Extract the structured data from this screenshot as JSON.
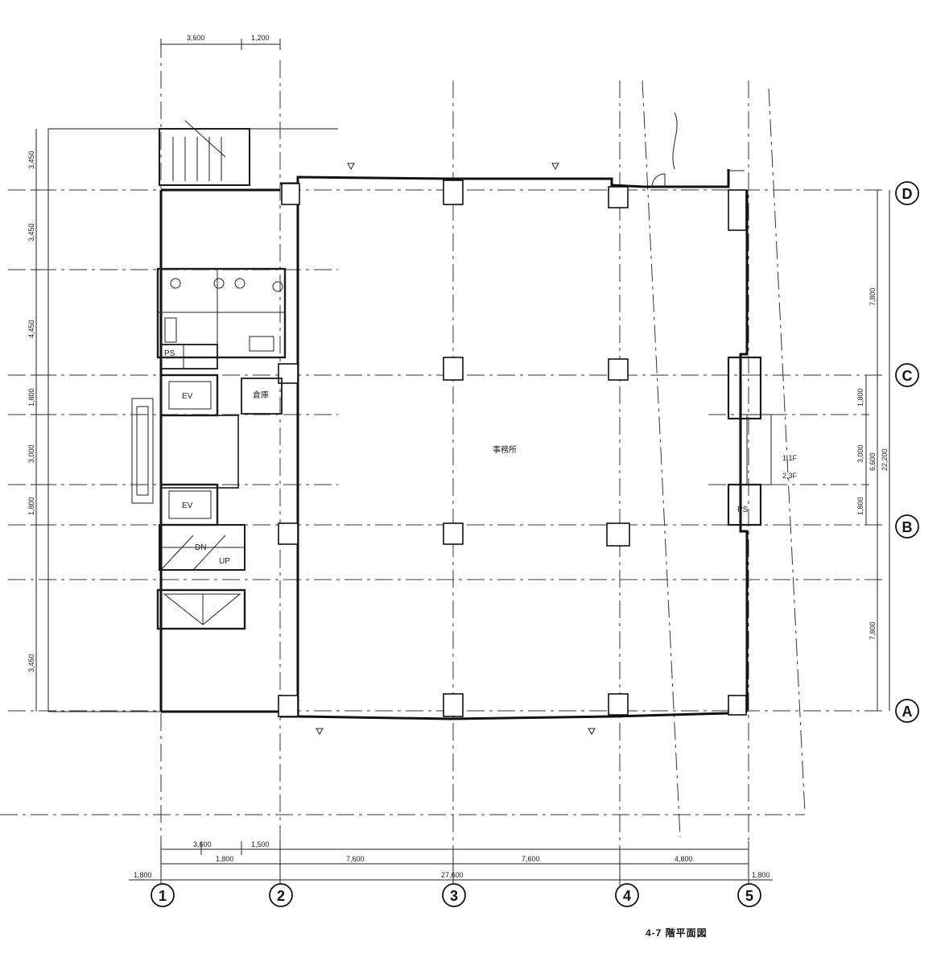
{
  "drawing_title": "4-7 階平面図",
  "grid_columns": [
    "1",
    "2",
    "3",
    "4",
    "5"
  ],
  "grid_rows": [
    "D",
    "C",
    "B",
    "A"
  ],
  "room_labels": {
    "main_office": "事務所",
    "ps": "PS",
    "storage": "倉庫",
    "elevator_upper": "EV",
    "elevator_lower": "EV",
    "stair_dn": "DN",
    "stair_up": "UP",
    "east_ps": "PS",
    "east_note_1": "1,1F",
    "east_note_2": "2,3F"
  },
  "dimensions": {
    "top_left": "3,600",
    "top_right": "1,200",
    "bottom_a": "3,600",
    "bottom_b": "1,800",
    "bottom_c": "1,500",
    "bottom_d": "7,600",
    "bottom_e": "7,600",
    "bottom_f": "4,800",
    "bottom_total": "27,600",
    "bottom_left_edge": "1,800",
    "bottom_right_edge": "1,800",
    "left_1": "3,450",
    "left_2": "3,450",
    "left_3": "4,450",
    "left_4": "1,800",
    "left_5": "3,000",
    "left_6": "1,800",
    "left_7": "3,450",
    "right_1": "7,800",
    "right_2": "1,800",
    "right_3": "3,000",
    "right_4": "1,800",
    "right_5": "7,800",
    "right_span": "6,600",
    "right_total": "22,200"
  }
}
